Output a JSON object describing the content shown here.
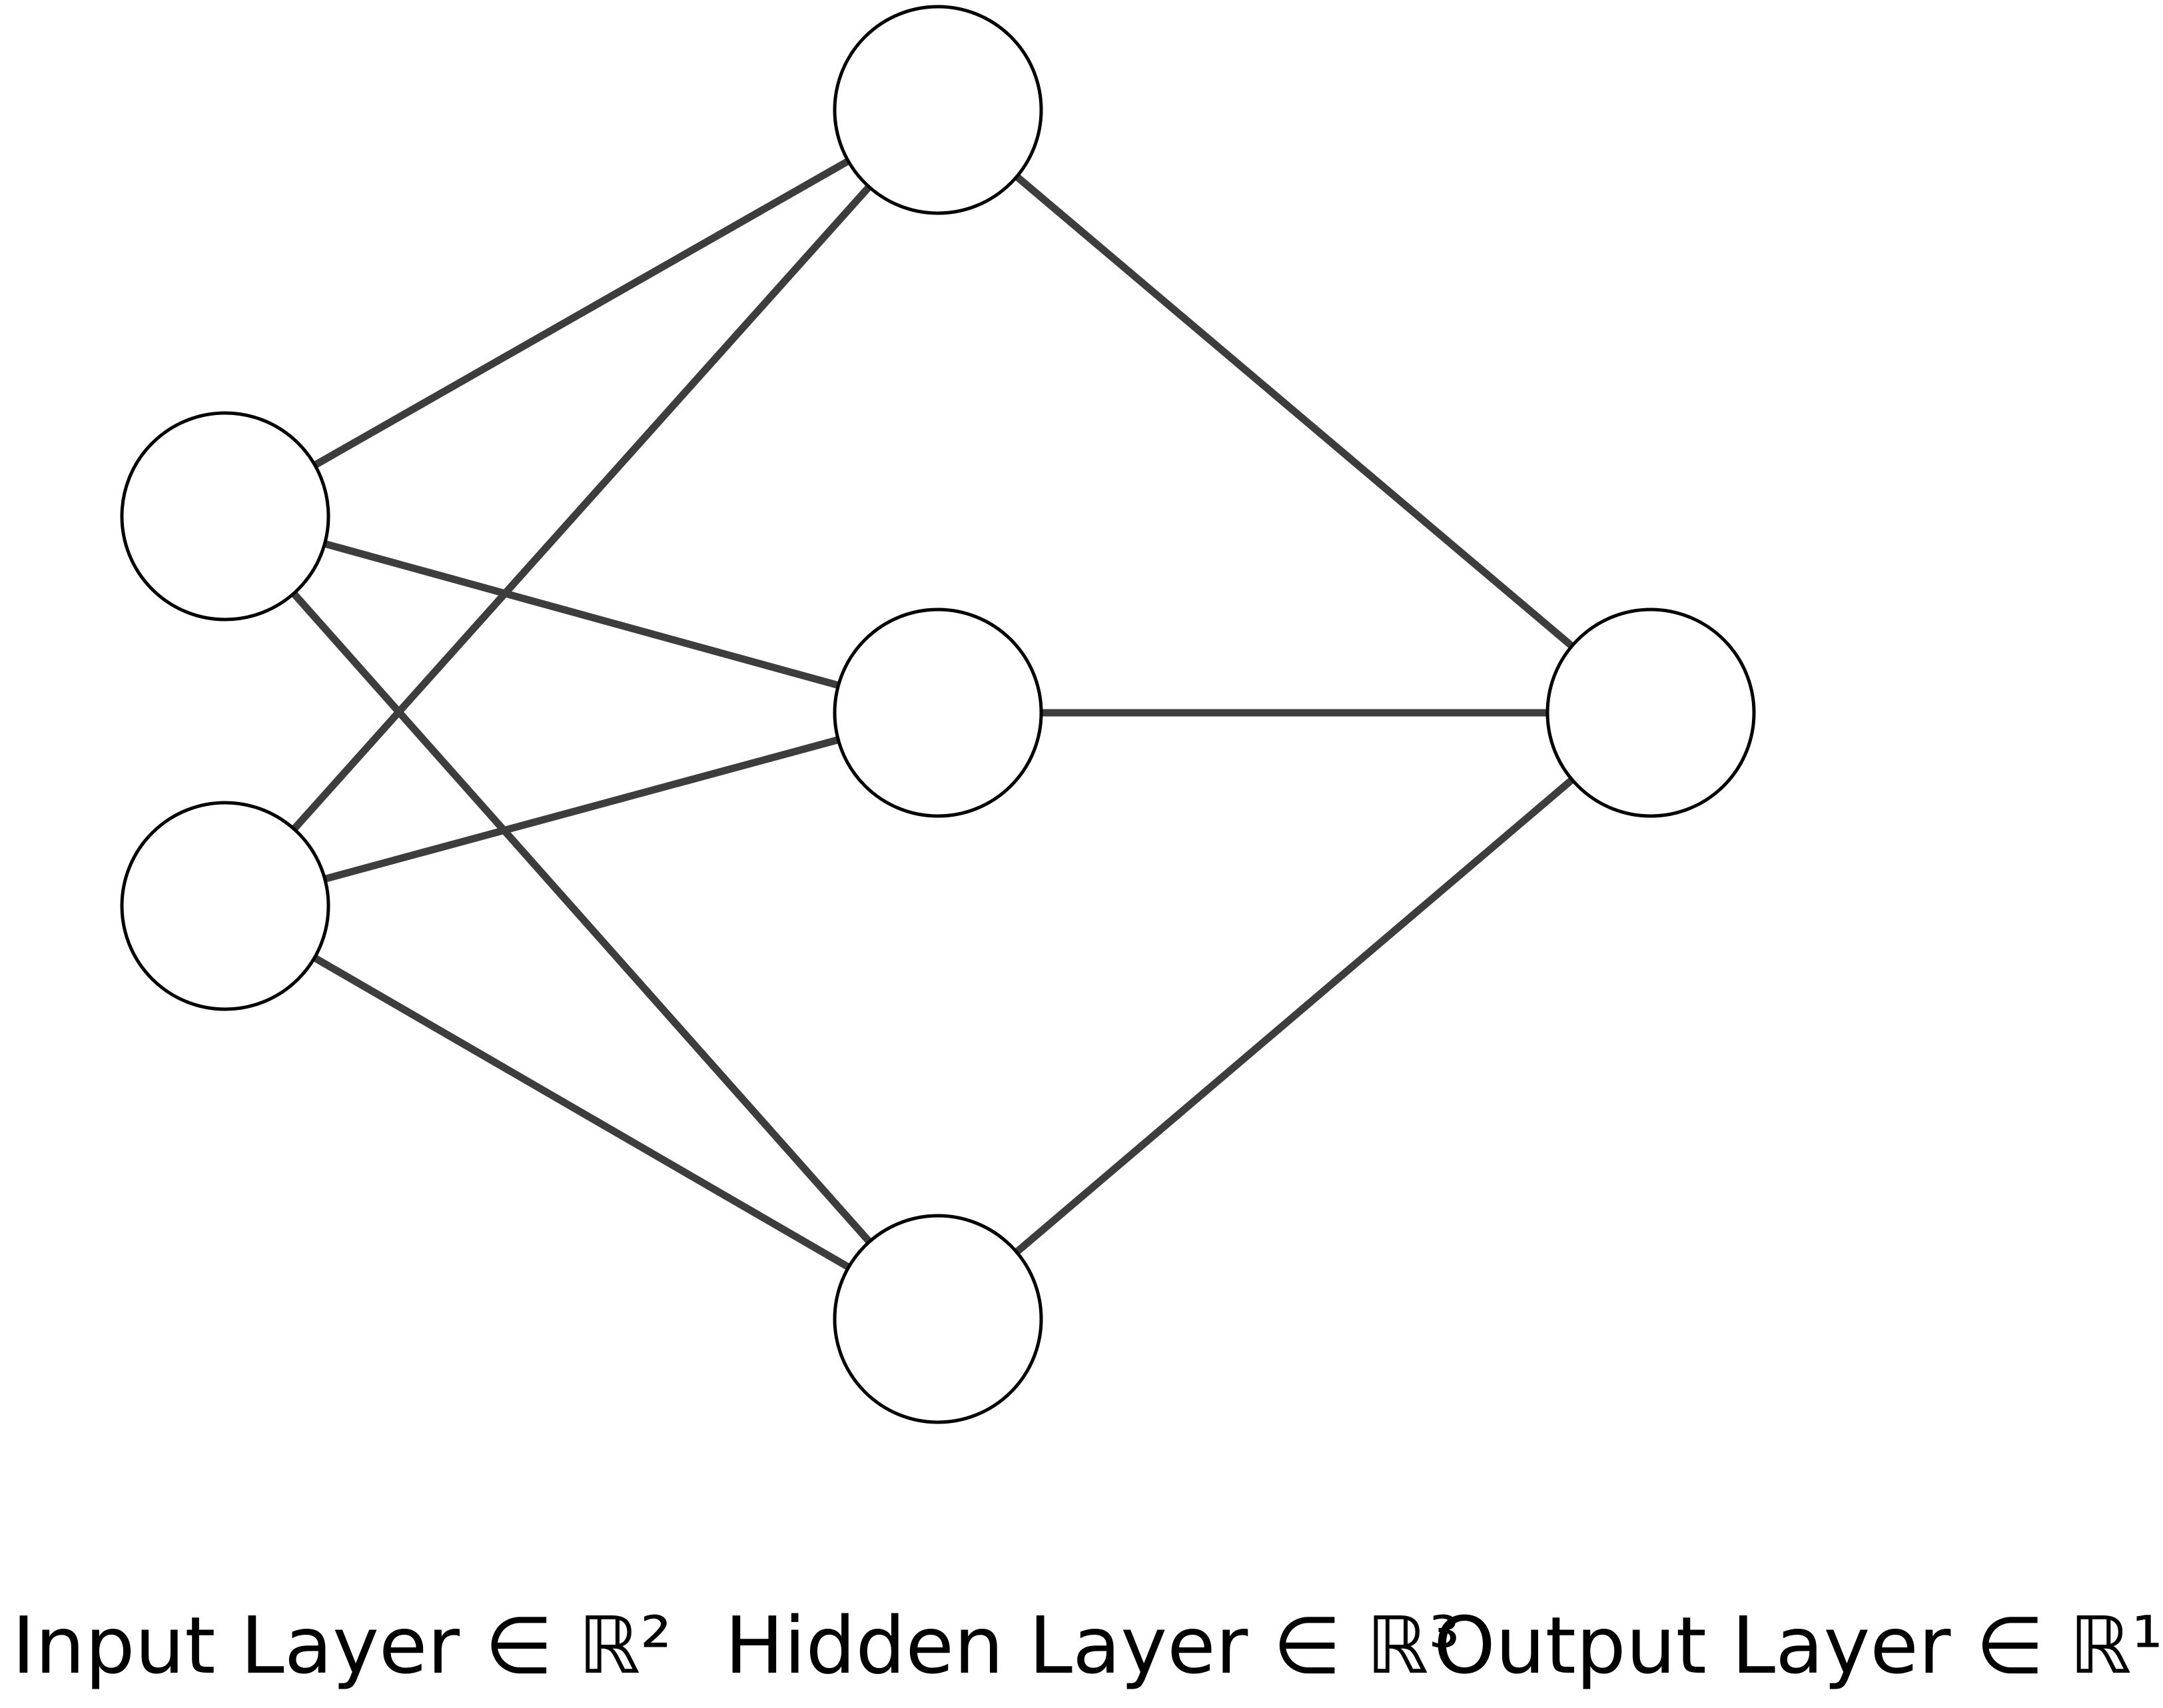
{
  "diagram": {
    "type": "feedforward-neural-network",
    "colors": {
      "edge": "#3d3d3d",
      "node_stroke": "#000000",
      "node_fill": "#ffffff",
      "background": "#ffffff"
    },
    "layers": [
      {
        "id": "input",
        "label": "Input Layer ∈ ℝ²",
        "node_count": 2
      },
      {
        "id": "hidden",
        "label": "Hidden Layer ∈ ℝ³",
        "node_count": 3
      },
      {
        "id": "output",
        "label": "Output Layer ∈ ℝ¹",
        "node_count": 1
      }
    ],
    "connections": [
      {
        "from": "input-1",
        "to": "hidden-1"
      },
      {
        "from": "input-1",
        "to": "hidden-2"
      },
      {
        "from": "input-1",
        "to": "hidden-3"
      },
      {
        "from": "input-2",
        "to": "hidden-1"
      },
      {
        "from": "input-2",
        "to": "hidden-2"
      },
      {
        "from": "input-2",
        "to": "hidden-3"
      },
      {
        "from": "hidden-1",
        "to": "output-1"
      },
      {
        "from": "hidden-2",
        "to": "output-1"
      },
      {
        "from": "hidden-3",
        "to": "output-1"
      }
    ]
  }
}
